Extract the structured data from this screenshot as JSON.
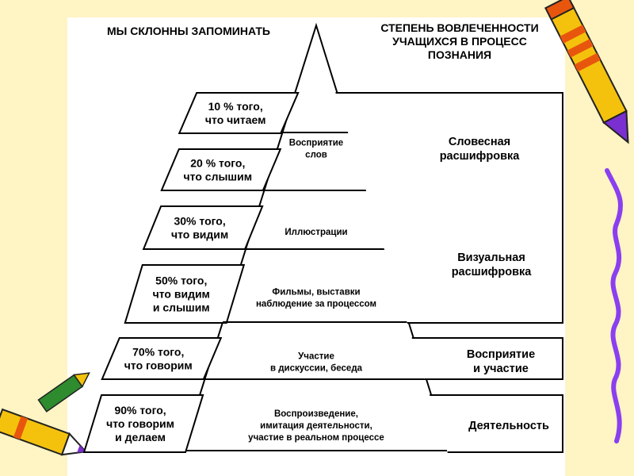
{
  "header": {
    "left": "МЫ СКЛОННЫ ЗАПОМИНАТЬ",
    "right": [
      "СТЕПЕНЬ ВОВЛЕЧЕННОСТИ",
      "УЧАЩИХСЯ В ПРОЦЕСС",
      "ПОЗНАНИЯ"
    ]
  },
  "levels": [
    {
      "percent_lines": [
        "10 % того,",
        "что читаем"
      ],
      "pyramid_lines": [
        "Восприятие",
        "слов"
      ]
    },
    {
      "percent_lines": [
        "20 % того,",
        "что слышим"
      ],
      "pyramid_lines": []
    },
    {
      "percent_lines": [
        "30% того,",
        "что видим"
      ],
      "pyramid_lines": [
        "Иллюстрации"
      ]
    },
    {
      "percent_lines": [
        "50% того,",
        "что видим",
        "и слышим"
      ],
      "pyramid_lines": [
        "Фильмы, выставки",
        "наблюдение за процессом"
      ]
    },
    {
      "percent_lines": [
        "70% того,",
        "что говорим"
      ],
      "pyramid_lines": [
        "Участие",
        "в дискуссии, беседа"
      ]
    },
    {
      "percent_lines": [
        "90% того,",
        "что говорим",
        "и делаем"
      ],
      "pyramid_lines": [
        "Воспроизведение,",
        "имитация деятельности,",
        "участие в реальном процессе"
      ]
    }
  ],
  "side_groups": [
    {
      "lines": [
        "Словесная",
        "расшифровка"
      ]
    },
    {
      "lines": [
        "Визуальная",
        "расшифровка"
      ]
    },
    {
      "lines": [
        "Восприятие",
        "и участие"
      ]
    },
    {
      "lines": [
        "Деятельность"
      ]
    }
  ],
  "colors": {
    "background": "#FFF4C4",
    "pencil_body": "#F4C20D",
    "pencil_stripe": "#E8560E",
    "pencil_tip": "#7A2FD0",
    "squiggle": "#8A3FF0"
  },
  "icons": [
    "pencil-top-right-icon",
    "pencils-bottom-left-icon",
    "squiggle-right-icon"
  ]
}
